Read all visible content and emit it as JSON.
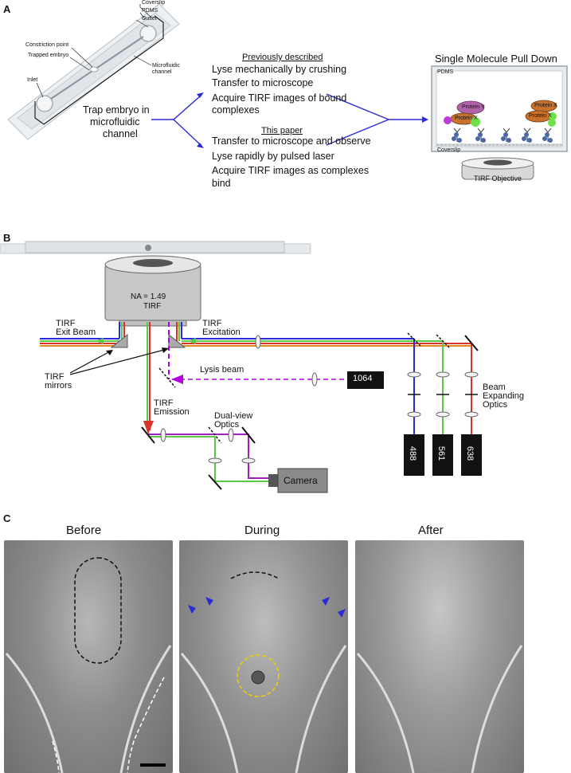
{
  "panel_a": {
    "label": "A",
    "device_labels": {
      "coverslip": "Coverslip",
      "pdms": "PDMS",
      "outlet": "Outlet",
      "constriction": "Constriction point",
      "trapped": "Trapped embryo",
      "inlet": "Inlet",
      "microfluidic": "Microfluidic",
      "channel": "channel"
    },
    "trap_text": [
      "Trap embryo in",
      "microfluidic",
      "channel"
    ],
    "previous": {
      "header": "Previously described",
      "steps": [
        "Lyse mechanically by crushing",
        "Transfer to microscope",
        "Acquire TIRF images of bound",
        "complexes"
      ]
    },
    "this_paper": {
      "header": "This paper",
      "steps": [
        "Transfer to microscope and observe",
        "Lyse rapidly by pulsed laser",
        "Acquire TIRF images as complexes",
        "bind"
      ]
    },
    "simpull": {
      "title": "Single Molecule Pull Down",
      "pdms": "PDMS",
      "coverslip": "Coverslip",
      "protein_y": "Protein Y",
      "protein_x": "Protein X",
      "objective": "TIRF Objective"
    }
  },
  "panel_b": {
    "label": "B",
    "objective_na": "NA = 1.49",
    "objective_type": "TIRF",
    "exit_beam": [
      "TIRF",
      "Exit Beam"
    ],
    "excitation": [
      "TIRF",
      "Excitation"
    ],
    "mirrors": [
      "TIRF",
      "mirrors"
    ],
    "lysis": "Lysis beam",
    "lysis_laser": "1064",
    "emission": [
      "TIRF",
      "Emission"
    ],
    "dual_view": [
      "Dual-view",
      "Optics"
    ],
    "camera": "Camera",
    "beam_expanding": [
      "Beam",
      "Expanding",
      "Optics"
    ],
    "lasers": [
      "488",
      "561",
      "638"
    ],
    "colors": {
      "blue": "#2b2bd6",
      "green": "#5cc84a",
      "red": "#d8322a",
      "orange": "#e08a1e",
      "magenta": "#a020c0",
      "purple": "#b000e0"
    }
  },
  "panel_c": {
    "label": "C",
    "titles": [
      "Before",
      "During",
      "After"
    ]
  }
}
